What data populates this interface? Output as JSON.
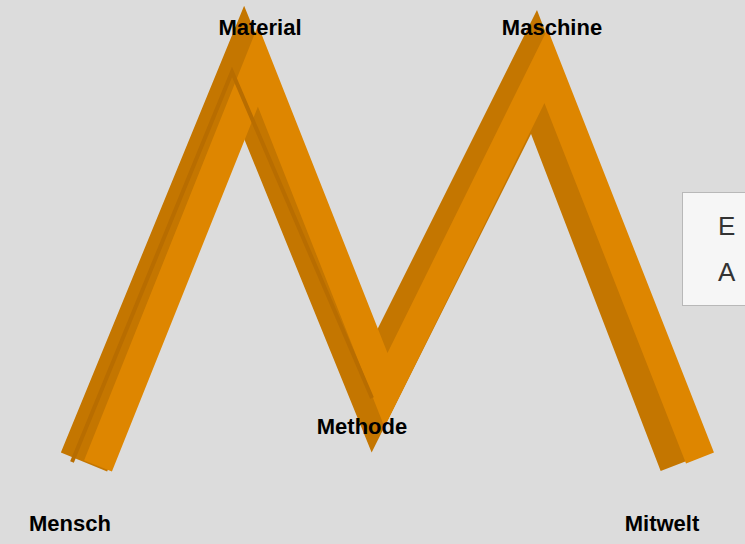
{
  "diagram": {
    "nodes": [
      {
        "text": [
          "E A"
        ]
      }
    ],
    "labels": [
      "Material",
      "Maschine",
      "Methode",
      "Mensch",
      "Mitwelt"
    ]
  }
}
